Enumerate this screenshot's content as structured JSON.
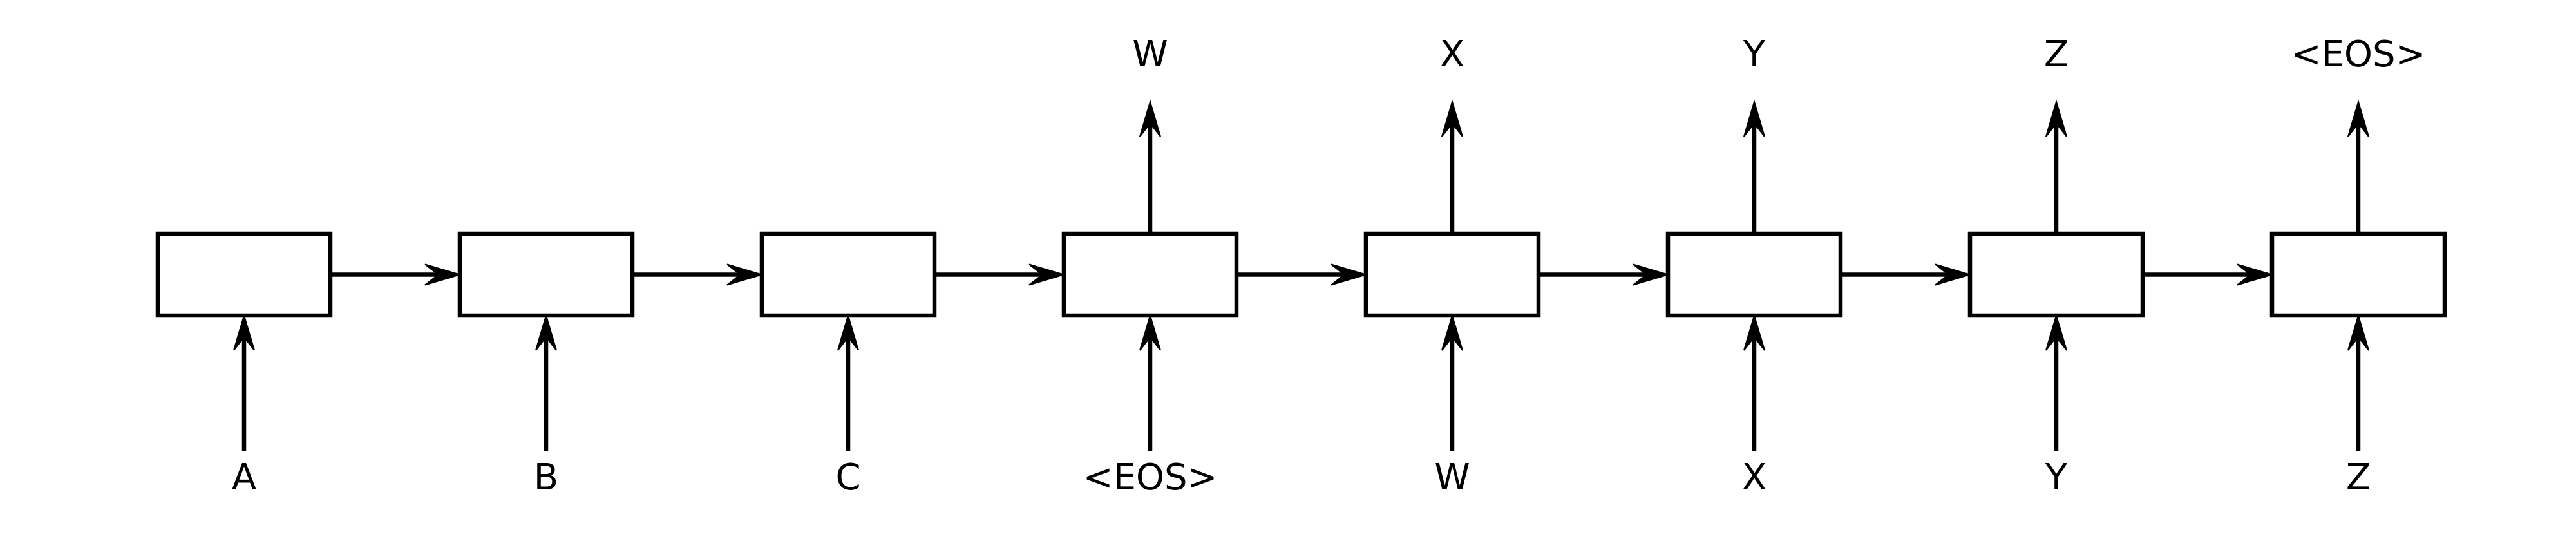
{
  "diagram": {
    "inputs": [
      "A",
      "B",
      "C",
      "<EOS>",
      "W",
      "X",
      "Y",
      "Z"
    ],
    "outputs": [
      "",
      "",
      "",
      "W",
      "X",
      "Y",
      "Z",
      "<EOS>"
    ]
  },
  "colors": {
    "stroke": "#000000",
    "cell_fill": "#ffffff",
    "background": "#ffffff"
  }
}
